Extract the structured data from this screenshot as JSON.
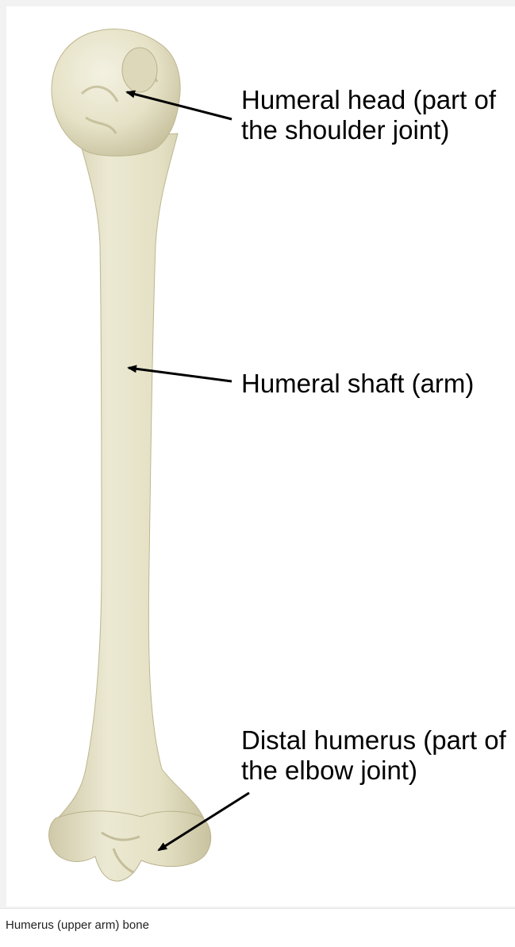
{
  "labels": {
    "humeral_head": [
      "Humeral head (part of",
      "the shoulder joint)"
    ],
    "humeral_shaft": "Humeral shaft (arm)",
    "distal_humerus": [
      "Distal humerus (part of",
      "the elbow joint)"
    ]
  },
  "caption": "Humerus (upper arm) bone",
  "colors": {
    "bone": "#e8e4cb",
    "bone_shadow": "#c9c3a0",
    "bone_highlight": "#f3f1e2",
    "arrow": "#000000",
    "frame_background": "#f2f2f2"
  }
}
